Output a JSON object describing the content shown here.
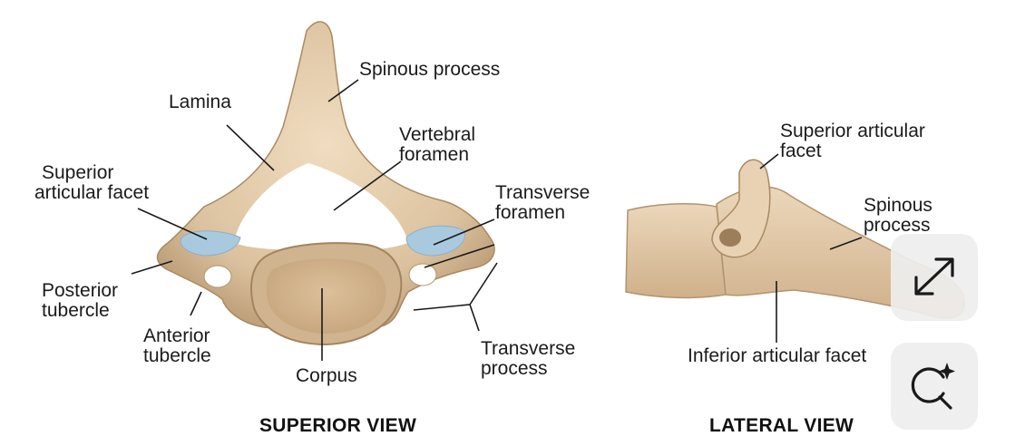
{
  "labels": {
    "spinous_process_superior": "Spinous process",
    "lamina": "Lamina",
    "vertebral_foramen_1": "Vertebral",
    "vertebral_foramen_2": "foramen",
    "superior_articular_facet_left_1": "Superior",
    "superior_articular_facet_left_2": "articular facet",
    "transverse_foramen_1": "Transverse",
    "transverse_foramen_2": "foramen",
    "posterior_tubercle_1": "Posterior",
    "posterior_tubercle_2": "tubercle",
    "anterior_tubercle_1": "Anterior",
    "anterior_tubercle_2": "tubercle",
    "corpus": "Corpus",
    "transverse_process_1": "Transverse",
    "transverse_process_2": "process",
    "superior_articular_facet_lateral_1": "Superior articular",
    "superior_articular_facet_lateral_2": "facet",
    "spinous_process_lateral_1": "Spinous",
    "spinous_process_lateral_2": "process",
    "inferior_articular_facet": "Inferior articular facet"
  },
  "captions": {
    "superior_view": "SUPERIOR VIEW",
    "lateral_view": "LATERAL VIEW"
  },
  "controls": {
    "expand_icon": "expand-arrows-icon",
    "visual_search_icon": "search-sparkle-icon"
  },
  "colors": {
    "bone": "#e2cbab",
    "bone_shadow": "#b89c77",
    "cartilage": "#a9c9df",
    "background": "#ffffff"
  }
}
